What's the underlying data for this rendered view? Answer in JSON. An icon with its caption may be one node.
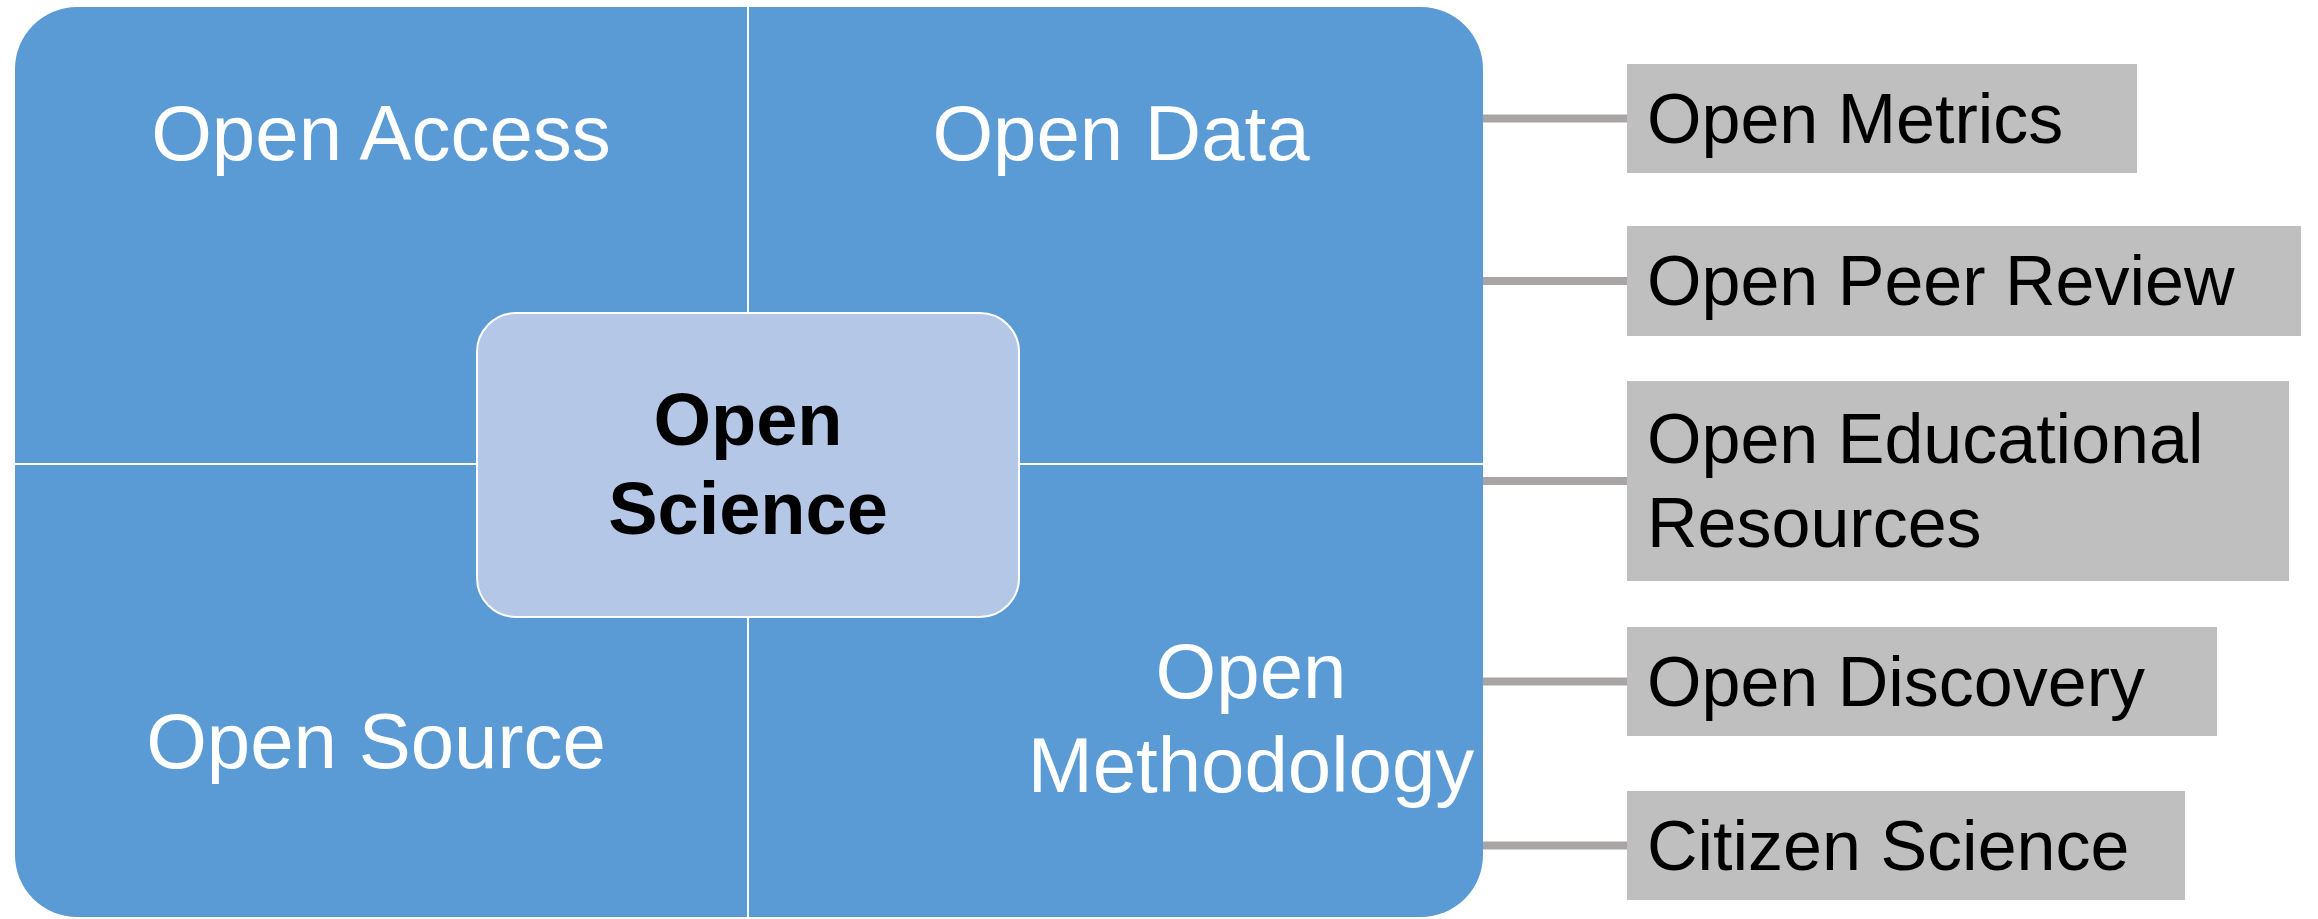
{
  "diagram": {
    "nodes": [
      {
        "text": [],
        "shape": "box"
      },
      {
        "text": [
          "Open Access"
        ],
        "in": 0
      },
      {
        "text": [
          "Open Data"
        ],
        "in": 0
      },
      {
        "text": [
          "Open Source"
        ],
        "in": 0
      },
      {
        "text": [
          "Open Methodology"
        ],
        "in": 0
      },
      {
        "text": [
          "Open Science"
        ],
        "in": 0
      },
      {
        "text": [
          "Open Metrics"
        ]
      },
      {
        "text": [
          "Open Peer Review"
        ]
      },
      {
        "text": [
          "Open Educational Resources"
        ]
      },
      {
        "text": [
          "Open Discovery"
        ]
      },
      {
        "text": [
          "Citizen Science"
        ]
      }
    ],
    "edges": [
      {
        "from": 0,
        "to": 6,
        "arrow": "none"
      },
      {
        "from": 0,
        "to": 7,
        "arrow": "none"
      },
      {
        "from": 0,
        "to": 8,
        "arrow": "none"
      },
      {
        "from": 0,
        "to": 9,
        "arrow": "none"
      },
      {
        "from": 0,
        "to": 10,
        "arrow": "none"
      }
    ]
  }
}
